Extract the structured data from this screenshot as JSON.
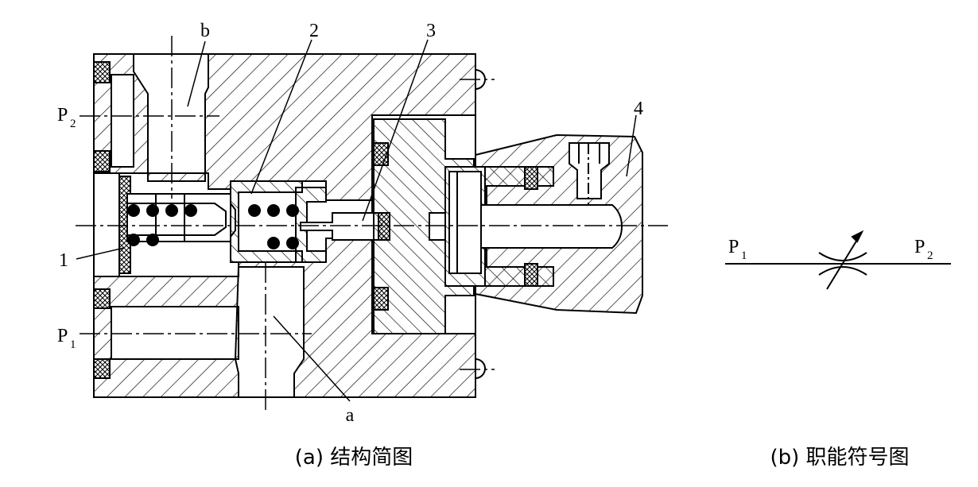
{
  "labels": {
    "b": "b",
    "n2": "2",
    "n3": "3",
    "n4": "4",
    "n1": "1",
    "a": "a",
    "p2_left": "P",
    "p2_left_sub": "2",
    "p1_left": "P",
    "p1_left_sub": "1",
    "p1_right": "P",
    "p1_right_sub": "1",
    "p2_right": "P",
    "p2_right_sub": "2"
  },
  "captions": {
    "a": "(a) 结构简图",
    "b": "(b) 职能符号图"
  }
}
